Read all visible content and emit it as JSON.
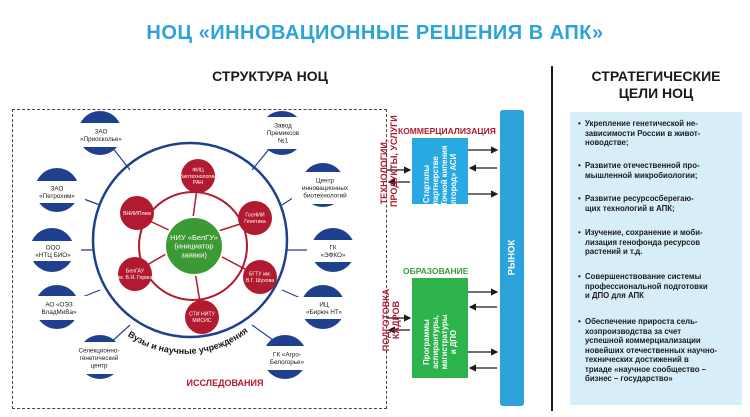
{
  "title": "НОЦ «ИННОВАЦИОННЫЕ РЕШЕНИЯ В АПК»",
  "structure_title": "СТРУКТУРА НОЦ",
  "goals_title_line1": "СТРАТЕГИЧЕСКИЕ",
  "goals_title_line2": "ЦЕЛИ НОЦ",
  "goals": [
    [
      "Укрепление генетической не-",
      "зависимости России в живот-",
      "новодстве;"
    ],
    [
      "Развитие отечественной про-",
      "мышленной микробиологии;"
    ],
    [
      "Развитие ресурсосберегаю-",
      "щих технологий в АПК;"
    ],
    [
      "Изучение, сохранение и моби-",
      "лизация генофонда ресурсов",
      "растений и т.д."
    ],
    [
      "Совершенствование системы",
      "профессиональной подготовки",
      "и ДПО для АПК"
    ],
    [
      "Обеспечение прироста сель-",
      "хозпроизводства за счет",
      "успешной коммерциализации",
      "новейших отечественных научно-",
      "технических достижений в",
      "триаде «научное сообщество –",
      "бизнес – государство»"
    ]
  ],
  "center": [
    "НИУ «БелГУ»",
    "(инициатор",
    "заявки)"
  ],
  "inner_nodes": [
    [
      "ФИЦ",
      "Биотехнологии",
      "РАН"
    ],
    [
      "ГосНИИ",
      "Генетика"
    ],
    [
      "БГТУ им.",
      "В.Г. Шухова"
    ],
    [
      "СТИ НИТУ",
      "МИСИС"
    ],
    [
      "БелГАУ",
      "им. В.Я. Горина"
    ],
    [
      "ВНИИПлем"
    ]
  ],
  "outer_nodes": [
    [
      "ЗАО",
      "«Приосколье»"
    ],
    [
      "Завод",
      "Премиксов",
      "№1"
    ],
    [
      "ЗАО",
      "«Петрохим»"
    ],
    [
      "Центр",
      "инновационных",
      "биотехнологий"
    ],
    [
      "ООО",
      "«НТЦ БИО»"
    ],
    [
      "ГК",
      "«ЭФКО»"
    ],
    [
      "АО «ОЭЗ",
      "ВладМиВа»"
    ],
    [
      "ИЦ",
      "«Бирюч НТ»"
    ],
    [
      "Селекционно-",
      "генетический",
      "центр"
    ],
    [
      "ГК «Агро-",
      "Белогорье»"
    ]
  ],
  "arc_label": "Вузы и научные учреждения",
  "research_label": "ИССЛЕДОВАНИЯ",
  "tech_label_1": "ТЕХНОЛОГИИ,",
  "tech_label_2": "ПРОДУКТЫ, УСЛУГИ",
  "staff_label_1": "ПОДГОТОВКА",
  "staff_label_2": "КАДРОВ",
  "commercialization_label": "КОММЕРЦИАЛИЗАЦИЯ",
  "education_label": "ОБРАЗОВАНИЕ",
  "startups_lines": [
    "Стартапы",
    "в партнерстве",
    "с «Точкой кипения",
    "Белгород» АСИ"
  ],
  "programs_lines": [
    "Программы",
    "аспирантуры,",
    "магистратуры",
    "и ДПО"
  ],
  "market_label": "РЫНОК",
  "colors": {
    "accent_blue": "#2da3dc",
    "dark_blue": "#1f3f8f",
    "red": "#b11a2f",
    "green": "#3c9a34",
    "light_blue_bg": "#d7eef9"
  }
}
